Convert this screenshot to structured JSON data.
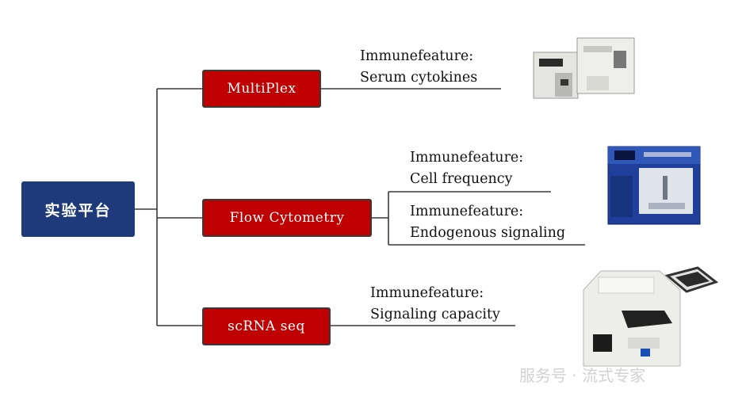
{
  "root": {
    "label": "实验平台"
  },
  "branches": [
    {
      "label": "MultiPlex",
      "features": [
        {
          "line1": "Immunefeature:",
          "line2": "Serum cytokines"
        }
      ],
      "device_icon": "multiplex-analyzer-icon"
    },
    {
      "label": "Flow Cytometry",
      "features": [
        {
          "line1": "Immunefeature:",
          "line2": "Cell frequency"
        },
        {
          "line1": "Immunefeature:",
          "line2": "Endogenous signaling"
        }
      ],
      "device_icon": "flow-cytometer-icon"
    },
    {
      "label": "scRNA seq",
      "features": [
        {
          "line1": "Immunefeature:",
          "line2": "Signaling capacity"
        }
      ],
      "device_icon": "single-cell-system-icon"
    }
  ],
  "watermark": "服务号 · 流式专家",
  "colors": {
    "root": "#1e3a7b",
    "branch": "#c00000",
    "connector": "#3a3a3a"
  }
}
